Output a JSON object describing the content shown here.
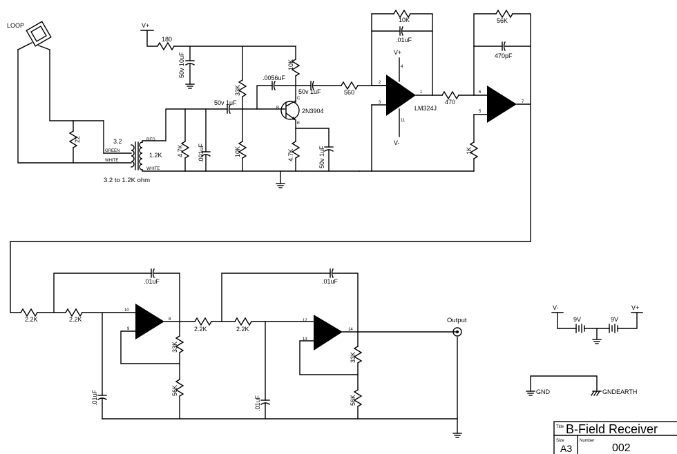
{
  "labels": {
    "loop": "LOOP",
    "vplus": "V+",
    "vminus": "V-",
    "r180": "180",
    "c_50v10uf": "50v 10uF",
    "r33k": "33K",
    "r10k_a": "10K",
    "c0056": ".0056uF",
    "c50v1uf_a": "50v 1uF",
    "c50v1uf_b": "50v 1uF",
    "c50v1uf_c": "50v 1uF",
    "r560": "560",
    "r10k_fb": "10K",
    "c01_fb": ".01uF",
    "r56k_fb": "56K",
    "c470pf": "470pF",
    "r470": "470",
    "lm324": "LM324J",
    "q_part": "2N3904",
    "r22": "22",
    "t_32": "3.2",
    "t_12k": "1.2K",
    "green": "GREEN",
    "white": "WHITE",
    "red": "RED",
    "white2": "WHITE",
    "xfmr_ratio": "3.2 to 1.2K ohm",
    "r47k_a": "4.7K",
    "c001": ".001uF",
    "r10k_b": "10K",
    "r47k_b": "4.7K",
    "r1k": "1K",
    "r22k_1": "2.2K",
    "r22k_2": "2.2K",
    "r22k_3": "2.2K",
    "r22k_4": "2.2K",
    "c01_a": ".01uF",
    "c01_b": ".01uF",
    "c01_c": ".01uF",
    "c01_d": ".01uF",
    "r33k_b": "33K",
    "r56k_b": "56K",
    "r33k_c": "33K",
    "r56k_c": "56K",
    "output": "Output",
    "bat1": "9V",
    "bat2": "9V",
    "gnd": "GND",
    "gndearth": "GNDEARTH",
    "pin_b": "B",
    "pin_c": "C",
    "pin_e": "E",
    "p2": "2",
    "p3": "3",
    "p4": "4",
    "p1": "1",
    "p11": "11",
    "p6": "6",
    "p5": "5",
    "p7": "7",
    "p10": "10",
    "p9": "9",
    "p8": "8",
    "p12": "12",
    "p13": "13",
    "p14": "14"
  },
  "title_block": {
    "title_caption": "Title",
    "title": "B-Field Receiver",
    "size_caption": "Size",
    "size": "A3",
    "number_caption": "Number",
    "number": "002"
  }
}
